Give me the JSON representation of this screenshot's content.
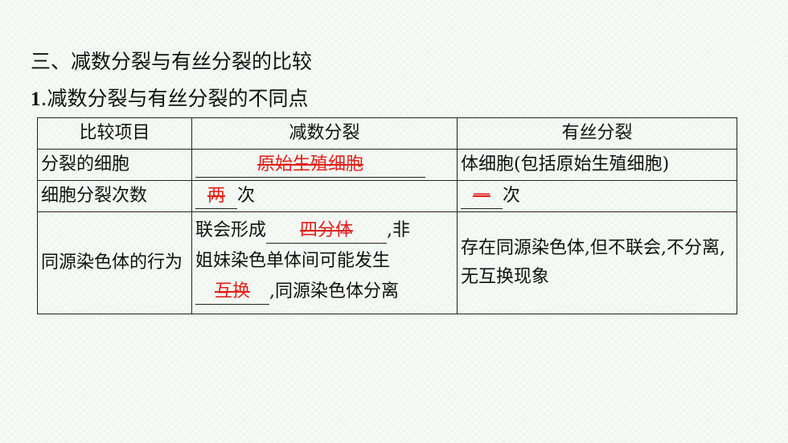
{
  "heading": "三、减数分裂与有丝分裂的比较",
  "subheading": {
    "number": "1",
    "text": ".减数分裂与有丝分裂的不同点"
  },
  "table": {
    "headers": [
      "比较项目",
      "减数分裂",
      "有丝分裂"
    ],
    "row1": {
      "item": "分裂的细胞",
      "meiosis_answer": "原始生殖细胞",
      "mitosis": "体细胞(包括原始生殖细胞)"
    },
    "row2": {
      "item": "细胞分裂次数",
      "meiosis_answer": "两",
      "meiosis_suffix": "次",
      "mitosis_answer": "一",
      "mitosis_suffix": "次"
    },
    "row3": {
      "item": "同源染色体的行为",
      "meiosis_line1_prefix": "联会形成",
      "meiosis_answer1": "四分体",
      "meiosis_line1_suffix": ",非",
      "meiosis_line2": "姐妹染色单体间可能发生",
      "meiosis_answer2": "互换",
      "meiosis_line3_suffix": ",同源染色体分离",
      "mitosis": "存在同源染色体,但不联会,不分离,无互换现象"
    }
  },
  "colors": {
    "answer": "#e0201a",
    "text": "#111111",
    "background": "#f6faf6"
  }
}
